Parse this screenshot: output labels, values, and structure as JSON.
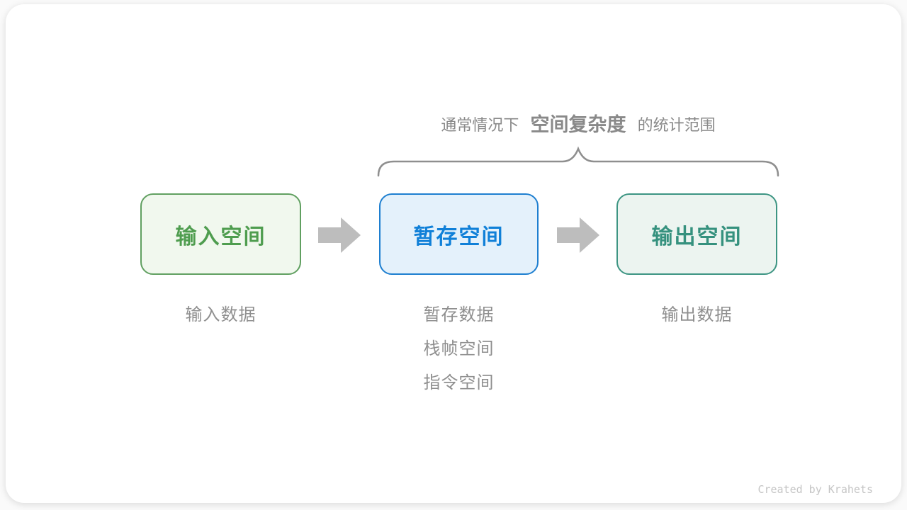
{
  "title": {
    "prefix": "通常情况下",
    "highlight": "空间复杂度",
    "suffix": "的统计范围",
    "color": "#898989"
  },
  "brace": {
    "color": "#8f8f8f"
  },
  "boxes": [
    {
      "label": "输入空间",
      "border": "#61a061",
      "bg": "#f1f8ee",
      "text": "#4f9d4f",
      "sub_labels": [
        "输入数据"
      ]
    },
    {
      "label": "暂存空间",
      "border": "#1e7fd0",
      "bg": "#e4f1fb",
      "text": "#1080d8",
      "sub_labels": [
        "暂存数据",
        "栈帧空间",
        "指令空间"
      ]
    },
    {
      "label": "输出空间",
      "border": "#3d9583",
      "bg": "#ecf4f0",
      "text": "#35917e",
      "sub_labels": [
        "输出数据"
      ]
    }
  ],
  "arrows": {
    "color": "#bdbdbd"
  },
  "sub_label_color": "#8f8f8f",
  "credit": {
    "text": "Created by Krahets",
    "color": "#c6c6c6"
  }
}
